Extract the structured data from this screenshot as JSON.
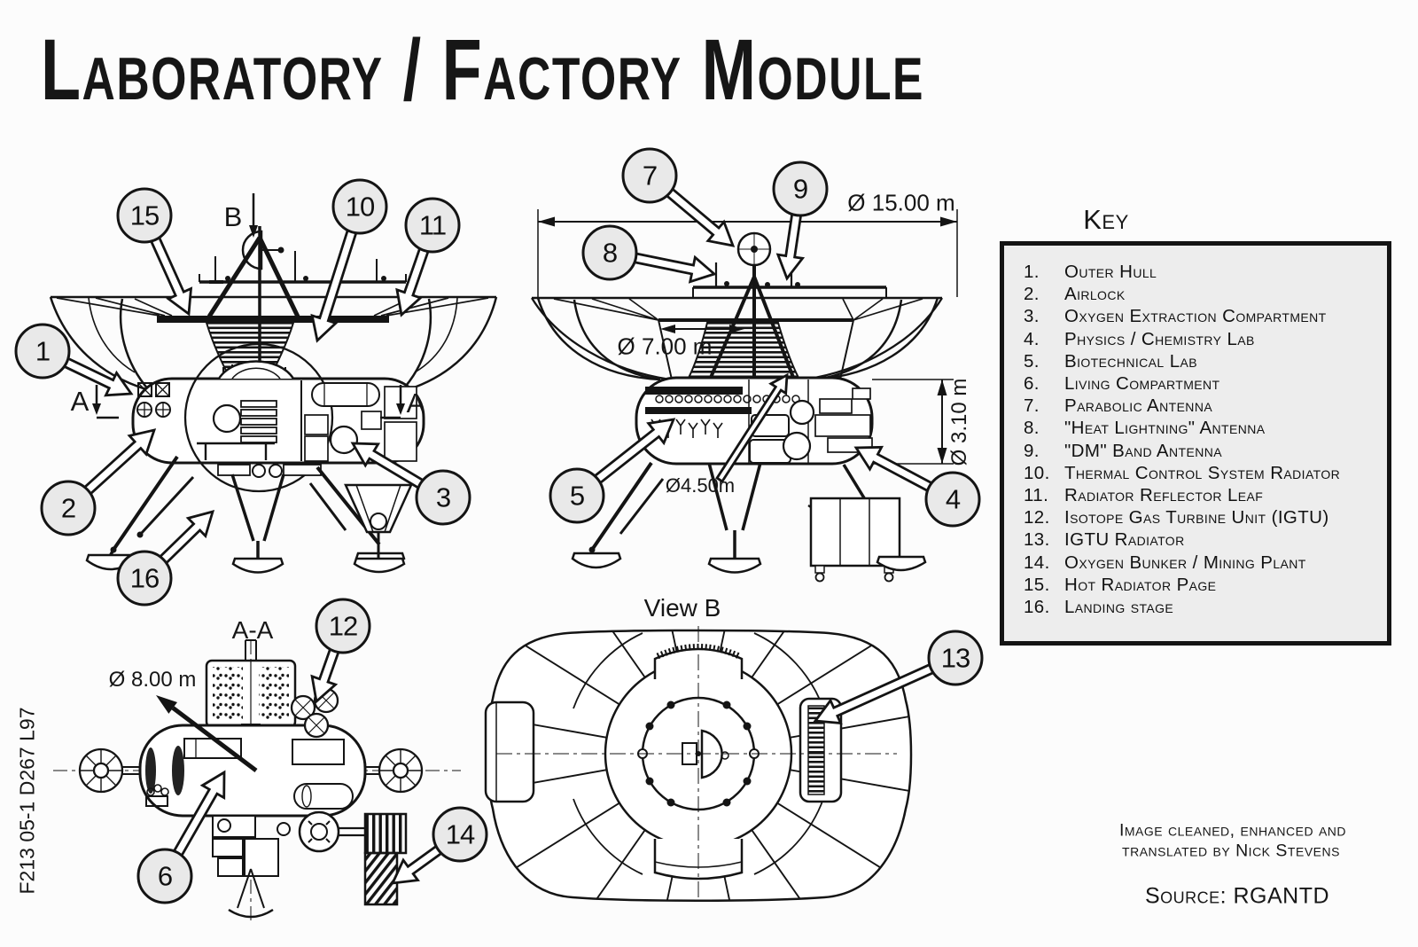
{
  "title": "Laboratory / Factory Module",
  "drawing_number": "F213 05-1 D267 L97",
  "key": {
    "title": "Key",
    "items": [
      {
        "num": "1.",
        "label": "Outer Hull"
      },
      {
        "num": "2.",
        "label": "Airlock"
      },
      {
        "num": "3.",
        "label": "Oxygen Extraction Compartment"
      },
      {
        "num": "4.",
        "label": "Physics / Chemistry Lab"
      },
      {
        "num": "5.",
        "label": "Biotechnical Lab"
      },
      {
        "num": "6.",
        "label": "Living Compartment"
      },
      {
        "num": "7.",
        "label": "Parabolic Antenna"
      },
      {
        "num": "8.",
        "label": "\"Heat Lightning\" Antenna"
      },
      {
        "num": "9.",
        "label": "\"DM\" Band Antenna"
      },
      {
        "num": "10.",
        "label": "Thermal Control System Radiator"
      },
      {
        "num": "11.",
        "label": "Radiator Reflector Leaf"
      },
      {
        "num": "12.",
        "label": "Isotope Gas Turbine Unit (IGTU)"
      },
      {
        "num": "13.",
        "label": "IGTU Radiator"
      },
      {
        "num": "14.",
        "label": "Oxygen Bunker / Mining Plant"
      },
      {
        "num": "15.",
        "label": "Hot Radiator Page"
      },
      {
        "num": "16.",
        "label": "Landing stage"
      }
    ]
  },
  "callouts": {
    "c1": "1",
    "c2": "2",
    "c3": "3",
    "c4": "4",
    "c5": "5",
    "c6": "6",
    "c7": "7",
    "c8": "8",
    "c9": "9",
    "c10": "10",
    "c11": "11",
    "c12": "12",
    "c13": "13",
    "c14": "14",
    "c15": "15",
    "c16": "16"
  },
  "labels": {
    "section_cut": "A",
    "view_direction": "B",
    "section_title": "A-A",
    "view_b_title": "View B"
  },
  "dimensions": {
    "d15": "Ø 15.00 m",
    "d7": "Ø 7.00 m",
    "d310": "Ø 3.10 m",
    "d450": "Ø4.50m",
    "d8": "Ø 8.00 m"
  },
  "credits": {
    "line1": "Image cleaned, enhanced and",
    "line2": "translated by Nick Stevens",
    "source": "Source: RGANTD"
  }
}
